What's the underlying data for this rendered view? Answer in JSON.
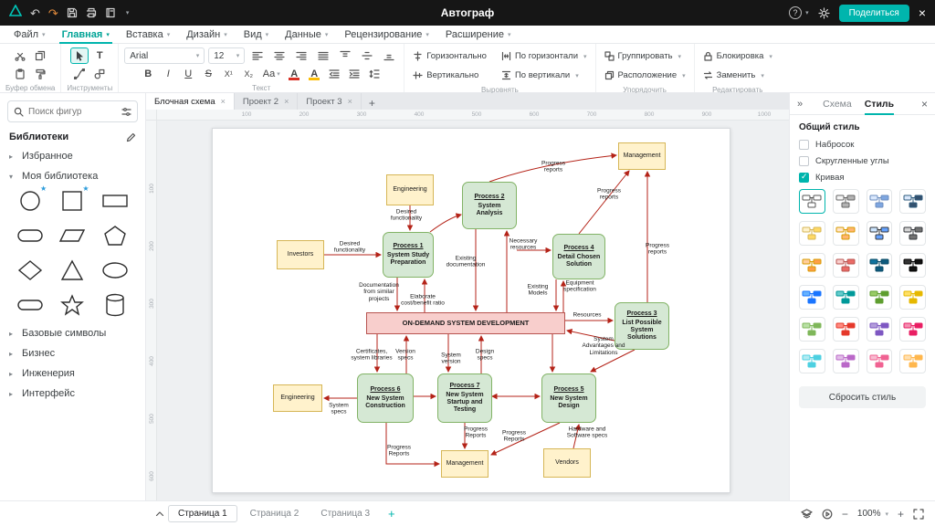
{
  "topbar": {
    "title": "Автограф",
    "share_label": "Поделиться"
  },
  "menu": {
    "items": [
      "Файл",
      "Главная",
      "Вставка",
      "Дизайн",
      "Вид",
      "Данные",
      "Рецензирование",
      "Расширение"
    ]
  },
  "toolbar": {
    "font_name": "Arial",
    "font_size": "12",
    "text_buttons": {
      "bold": "B",
      "italic": "I",
      "underline": "U",
      "strike": "S",
      "superscript": "X¹",
      "subscript": "X₂",
      "case": "Aa",
      "color": "A",
      "highlight": "A"
    },
    "align_horizontal": "Горизонтально",
    "align_vertical": "Вертикально",
    "distribute_horizontal": "По горизонтали",
    "distribute_vertical": "По вертикали",
    "group": "Группировать",
    "arrange": "Расположение",
    "lock": "Блокировка",
    "replace": "Заменить",
    "labels": {
      "clipboard": "Буфер обмена",
      "tools": "Инструменты",
      "text": "Текст",
      "align": "Выровнять",
      "arrange": "Упорядочить",
      "edit": "Редактировать"
    }
  },
  "sidebar": {
    "search_placeholder": "Поиск фигур",
    "libraries_title": "Библиотеки",
    "favorites": "Избранное",
    "my_library": "Моя библиотека",
    "shapes": [
      "circle",
      "square",
      "rectangle",
      "rounded-rectangle",
      "parallelogram",
      "pentagon",
      "diamond",
      "triangle",
      "ellipse",
      "stadium",
      "star",
      "cylinder"
    ],
    "sections": [
      "Базовые символы",
      "Бизнес",
      "Инженерия",
      "Интерфейс"
    ]
  },
  "doc_tabs": {
    "tabs": [
      "Блочная схема",
      "Проект 2",
      "Проект 3"
    ]
  },
  "canvas": {
    "ruler_h": [
      "100",
      "200",
      "300",
      "400",
      "500",
      "600",
      "700",
      "800",
      "900",
      "1000"
    ],
    "ruler_v": [
      "100",
      "200",
      "300",
      "400",
      "500",
      "600"
    ]
  },
  "diagram": {
    "colors": {
      "entity_fill": "#fff2cc",
      "entity_stroke": "#d6b656",
      "process_fill": "#d5e8d4",
      "process_stroke": "#82b366",
      "bar_fill": "#f8cecc",
      "bar_stroke": "#b85450",
      "arrow": "#b42318"
    },
    "nodes": [
      {
        "label": "Engineering"
      },
      {
        "title": "Process 2",
        "name": "System Analysis"
      },
      {
        "label": "Management"
      },
      {
        "title": "Process 1",
        "name": "System Study Preparation"
      },
      {
        "label": "Investors"
      },
      {
        "title": "Process 4",
        "name": "Detail Chosen Solution"
      },
      {
        "title": "Process 3",
        "name": "List Possible System Solutions"
      },
      {
        "label": "ON-DEMAND SYSTEM DEVELOPMENT"
      },
      {
        "title": "Process 6",
        "name": "New System Construction"
      },
      {
        "title": "Process 7",
        "name": "New System Startup and Testing"
      },
      {
        "title": "Process 5",
        "name": "New System Design"
      },
      {
        "label": "Engineering"
      },
      {
        "label": "Management"
      },
      {
        "label": "Vendors"
      }
    ],
    "edge_labels": [
      {
        "text": "Desired functionality"
      },
      {
        "text": "Desired functionality"
      },
      {
        "text": "Progress reports"
      },
      {
        "text": "Progress reports"
      },
      {
        "text": "Progress reports"
      },
      {
        "text": "Necessary resources"
      },
      {
        "text": "Existing documentation"
      },
      {
        "text": "Documentation from similar projects"
      },
      {
        "text": "Elaborate cost/benefit ratio"
      },
      {
        "text": "Existing Models"
      },
      {
        "text": "Equipment specification"
      },
      {
        "text": "Resources"
      },
      {
        "text": "System Advantages and Limitations"
      },
      {
        "text": "Certificates, system libraries"
      },
      {
        "text": "Version specs"
      },
      {
        "text": "System version"
      },
      {
        "text": "Design specs"
      },
      {
        "text": "System specs"
      },
      {
        "text": "Progress Reports"
      },
      {
        "text": "Progress Reports"
      },
      {
        "text": "Progress Reports"
      },
      {
        "text": "Hardware and Software specs"
      }
    ]
  },
  "right_panel": {
    "tabs": [
      "Схема",
      "Стиль"
    ],
    "section_title": "Общий стиль",
    "checkboxes": [
      {
        "label": "Набросок",
        "checked": false
      },
      {
        "label": "Скругленные углы",
        "checked": false
      },
      {
        "label": "Кривая",
        "checked": true
      }
    ],
    "reset_button": "Сбросить стиль",
    "style_cards": [
      {
        "fill": "#ffffff",
        "stroke": "#555555",
        "selected": true
      },
      {
        "fill": "#f5f5f5",
        "stroke": "#666666",
        "fill2": "#b3b3b3"
      },
      {
        "fill": "#dae8fc",
        "stroke": "#6c8ebf",
        "fill2": "#7ea6e0"
      },
      {
        "fill": "#dae8fc",
        "stroke": "#2f5b7c",
        "fill2": "#33506e"
      },
      {
        "fill": "#fff2cc",
        "stroke": "#d6b656",
        "fill2": "#ffd966"
      },
      {
        "fill": "#ffe6cc",
        "stroke": "#d79b00",
        "fill2": "#ffb570"
      },
      {
        "fill": "#cce5ff",
        "stroke": "#36393d",
        "fill2": "#66a3ff"
      },
      {
        "fill": "#d5d5d5",
        "stroke": "#36393d",
        "fill2": "#737373"
      },
      {
        "fill": "#ffcd9d",
        "stroke": "#d79b00",
        "fill2": "#ff9e48"
      },
      {
        "fill": "#f8cecc",
        "stroke": "#b85450",
        "fill2": "#ea6b66"
      },
      {
        "fill": "#10739e",
        "stroke": "#0a4b66",
        "fill2": "#0e5a7d"
      },
      {
        "fill": "#333333",
        "stroke": "#000000",
        "fill2": "#111111"
      },
      {
        "fill": "#66b2ff",
        "stroke": "#1a75ff",
        "fill2": "#1a75ff"
      },
      {
        "fill": "#66cccc",
        "stroke": "#009999",
        "fill2": "#009999"
      },
      {
        "fill": "#99cc66",
        "stroke": "#5e9e2f",
        "fill2": "#5e9e2f"
      },
      {
        "fill": "#ffe066",
        "stroke": "#e6b800",
        "fill2": "#e6b800"
      },
      {
        "fill": "#b9e0a5",
        "stroke": "#7fb75a",
        "fill2": "#7fb75a"
      },
      {
        "fill": "#ff8a80",
        "stroke": "#e5392b",
        "fill2": "#e5392b"
      },
      {
        "fill": "#b39ddb",
        "stroke": "#7e57c2",
        "fill2": "#7e57c2"
      },
      {
        "fill": "#f48fb1",
        "stroke": "#e91e63",
        "fill2": "#e91e63"
      },
      {
        "fill": "#b2ebf2",
        "stroke": "#4dd0e1",
        "fill2": "#4dd0e1"
      },
      {
        "fill": "#e1bee7",
        "stroke": "#ba68c8",
        "fill2": "#ba68c8"
      },
      {
        "fill": "#f8bbd0",
        "stroke": "#f06292",
        "fill2": "#f06292"
      },
      {
        "fill": "#ffe0b2",
        "stroke": "#ffb74d",
        "fill2": "#ffb74d"
      }
    ]
  },
  "bottom_bar": {
    "pages": [
      "Страница 1",
      "Страница 2",
      "Страница 3"
    ],
    "zoom": "100%"
  }
}
